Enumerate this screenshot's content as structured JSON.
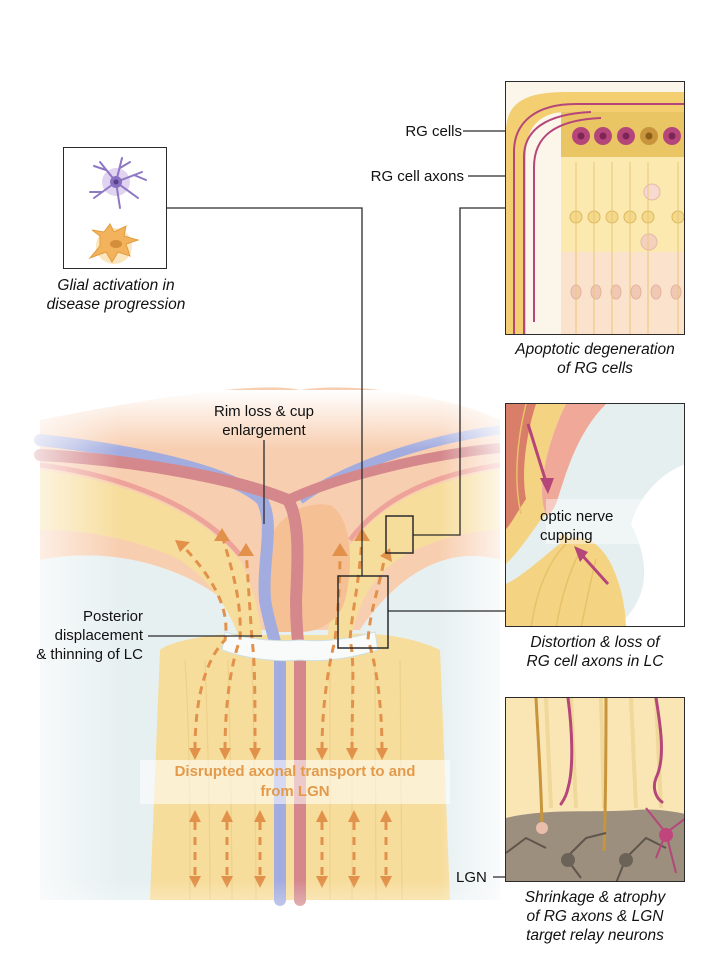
{
  "title": "Glaucomatous optic neuropathy schematic",
  "colors": {
    "axon_yellow": "#f6dc96",
    "tissue_peach": "#f7c9a4",
    "artery": "#cf8a8e",
    "vein": "#9fa8dc",
    "arrow_orange": "#e2914a",
    "rg_cell_magenta": "#b5467a",
    "lgn_gray": "#8f8578",
    "lamina_pale": "#e4eef0"
  },
  "panels": {
    "glia": {
      "caption_line1": "Glial activation in",
      "caption_line2": "disease progression",
      "cells": [
        "microglia (purple)",
        "astrocyte (orange)"
      ]
    },
    "retina": {
      "caption_line1": "Apoptotic degeneration",
      "caption_line2": "of RG cells",
      "label_rg_cells": "RG cells",
      "label_rg_axons": "RG cell axons"
    },
    "lamina": {
      "caption_line1": "Distortion & loss of",
      "caption_line2": "RG cell axons in LC",
      "inner_label_line1": "optic nerve",
      "inner_label_line2": "cupping"
    },
    "lgn": {
      "caption_line1": "Shrinkage & atrophy",
      "caption_line2": "of RG axons & LGN",
      "caption_line3": "target relay neurons",
      "label_lgn": "LGN"
    }
  },
  "main": {
    "rim_label_line1": "Rim loss & cup",
    "rim_label_line2": "enlargement",
    "lc_label_line1": "Posterior",
    "lc_label_line2": "displacement",
    "lc_label_line3": "& thinning of LC",
    "transport_line1": "Disrupted axonal transport to and",
    "transport_line2": "from LGN"
  }
}
